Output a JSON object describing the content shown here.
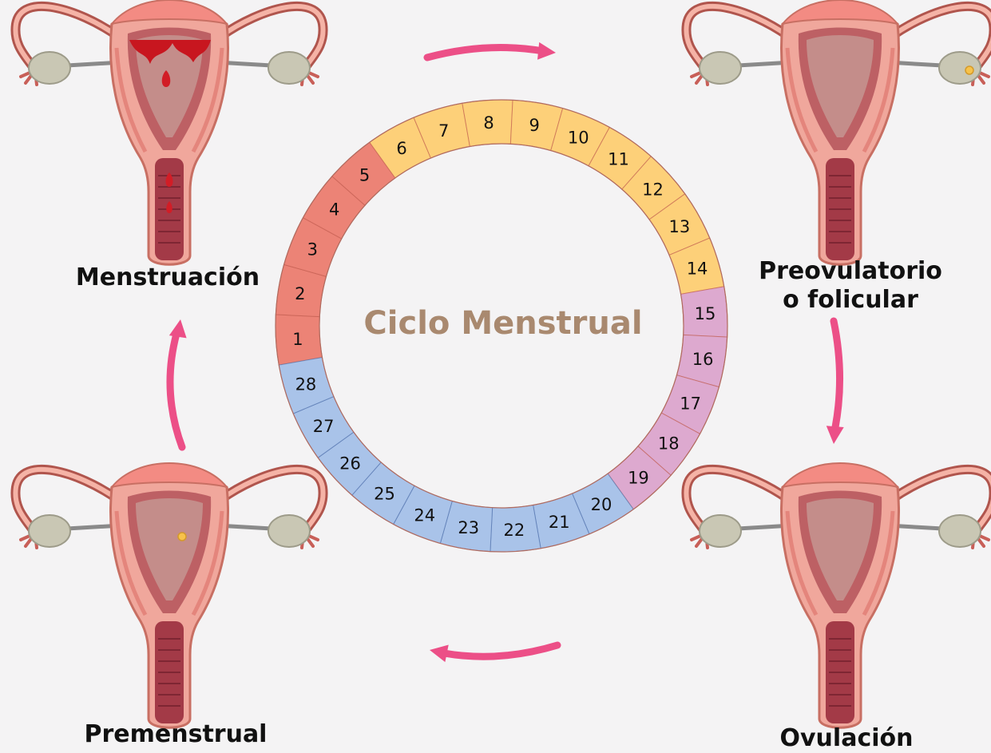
{
  "title": "Ciclo Menstrual",
  "colors": {
    "background": "#f4f3f4",
    "menstruation": "#ec8376",
    "preovulatory": "#fdd079",
    "ovulation": "#dda9cf",
    "premenstrual": "#a9c3e9",
    "arrow": "#ec4f87",
    "title": "#a9896f"
  },
  "phases": {
    "menstruacion": "Menstruación",
    "preovulatorio": "Preovulatorio\no folicular",
    "ovulacion": "Ovulación",
    "premenstrual": "Premenstrual"
  },
  "days": [
    {
      "label": "1",
      "phase": "menstruation"
    },
    {
      "label": "2",
      "phase": "menstruation"
    },
    {
      "label": "3",
      "phase": "menstruation"
    },
    {
      "label": "4",
      "phase": "menstruation"
    },
    {
      "label": "5",
      "phase": "menstruation"
    },
    {
      "label": "6",
      "phase": "preovulatory"
    },
    {
      "label": "7",
      "phase": "preovulatory"
    },
    {
      "label": "8",
      "phase": "preovulatory"
    },
    {
      "label": "9",
      "phase": "preovulatory"
    },
    {
      "label": "10",
      "phase": "preovulatory"
    },
    {
      "label": "11",
      "phase": "preovulatory"
    },
    {
      "label": "12",
      "phase": "preovulatory"
    },
    {
      "label": "13",
      "phase": "preovulatory"
    },
    {
      "label": "14",
      "phase": "preovulatory"
    },
    {
      "label": "15",
      "phase": "ovulation"
    },
    {
      "label": "16",
      "phase": "ovulation"
    },
    {
      "label": "17",
      "phase": "ovulation"
    },
    {
      "label": "18",
      "phase": "ovulation"
    },
    {
      "label": "19",
      "phase": "ovulation"
    },
    {
      "label": "20",
      "phase": "premenstrual"
    },
    {
      "label": "21",
      "phase": "premenstrual"
    },
    {
      "label": "22",
      "phase": "premenstrual"
    },
    {
      "label": "23",
      "phase": "premenstrual"
    },
    {
      "label": "24",
      "phase": "premenstrual"
    },
    {
      "label": "25",
      "phase": "premenstrual"
    },
    {
      "label": "26",
      "phase": "premenstrual"
    },
    {
      "label": "27",
      "phase": "premenstrual"
    },
    {
      "label": "28",
      "phase": "premenstrual"
    }
  ],
  "uterus_states": [
    {
      "phase": "menstruation",
      "bleeding": true,
      "egg_in_ovary": false,
      "egg_in_uterus": false
    },
    {
      "phase": "preovulatory",
      "bleeding": false,
      "egg_in_ovary": true,
      "egg_in_uterus": false
    },
    {
      "phase": "ovulation",
      "bleeding": false,
      "egg_in_ovary": false,
      "egg_in_uterus": false
    },
    {
      "phase": "premenstrual",
      "bleeding": false,
      "egg_in_ovary": false,
      "egg_in_uterus": true
    }
  ]
}
